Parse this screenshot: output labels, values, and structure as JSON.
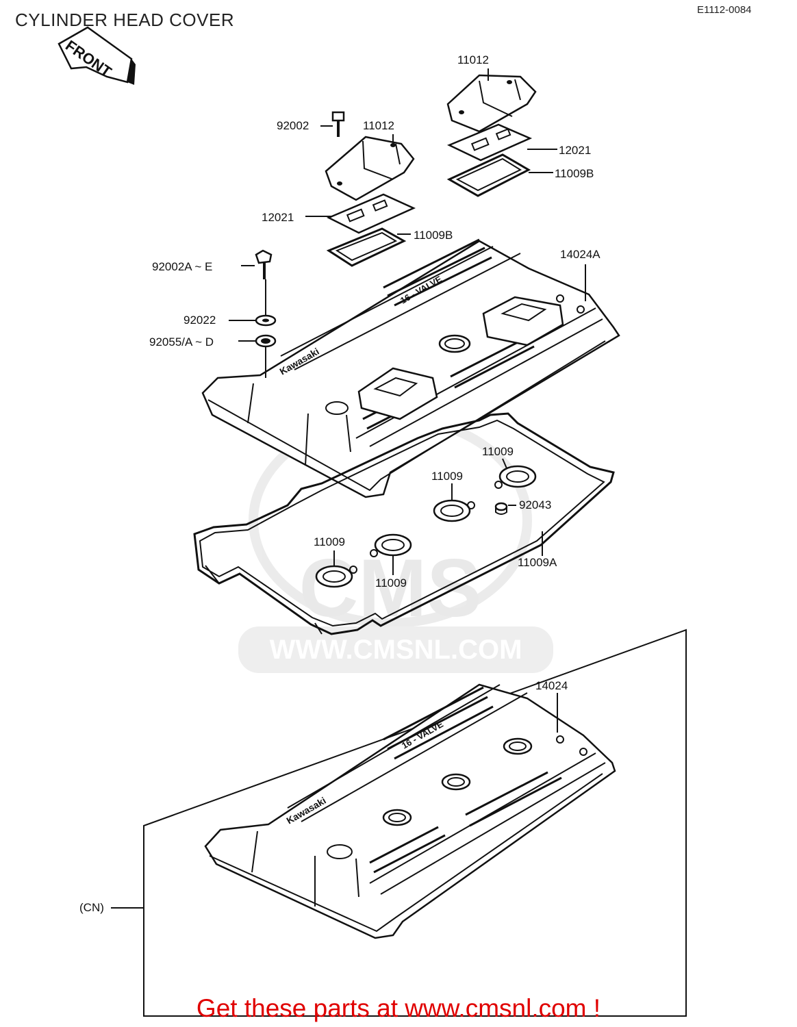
{
  "diagram": {
    "title": "CYLINDER HEAD COVER",
    "code": "E1112-0084",
    "front_label": "FRONT",
    "callouts": {
      "c11012_top": "11012",
      "c92002": "92002",
      "c11012_mid": "11012",
      "c12021_right": "12021",
      "c11009b_right": "11009B",
      "c12021_left": "12021",
      "c11009b_left": "11009B",
      "c14024a": "14024A",
      "c92002a": "92002A ~ E",
      "c92022": "92022",
      "c92055": "92055/A ~ D",
      "c11009_a": "11009",
      "c11009_b": "11009",
      "c92043": "92043",
      "c11009_c": "11009",
      "c11009_d": "11009",
      "c11009a": "11009A",
      "c14024": "14024",
      "cn": "(CN)"
    },
    "logo_text": "Kawasaki",
    "cover_text": "16 - VALVE",
    "watermark": "WWW.CMSNL.COM",
    "watermark_logo": "CMS"
  },
  "footer": {
    "text": "Get these parts at www.cmsnl.com !"
  }
}
